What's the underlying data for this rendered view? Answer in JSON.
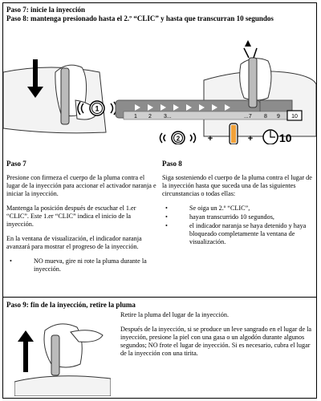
{
  "header": {
    "line1": "Paso 7: inicie la inyección",
    "line2": "Paso 8: mantenga presionado hasta el 2.º “CLIC” y hasta que transcurran 10 segundos"
  },
  "figure": {
    "track_labels": [
      "1",
      "2",
      "3...",
      "...7",
      "8",
      "9",
      "10"
    ],
    "click_label_1": "1",
    "click_label_2": "2",
    "count_label": "10",
    "plus": "+"
  },
  "step7": {
    "title": "Paso 7",
    "p1": "Presione con firmeza el cuerpo de la pluma contra el lugar de la inyección para accionar el activador naranja e iniciar la inyección.",
    "p2": "Mantenga la posición después de escuchar el 1.er “CLIC”. Este 1.er “CLIC” indica el inicio de la inyección.",
    "p3": "En la ventana de visualización, el indicador naranja avanzará para mostrar el progreso de la inyección.",
    "bullet1": "NO mueva, gire ni rote la pluma durante la inyección."
  },
  "step8": {
    "title": "Paso 8",
    "intro": "Siga sosteniendo el cuerpo de la pluma contra el lugar de la inyección hasta que suceda una de las siguientes circunstancias o todas ellas:",
    "bullets": [
      "Se oiga un 2.º “CLIC”,",
      "hayan transcurrido 10 segundos,",
      "el indicador naranja se haya detenido y haya bloqueado completamente la ventana de visualización."
    ]
  },
  "step9": {
    "heading": "Paso 9: fin de la inyección, retire la pluma",
    "p1": "Retire la pluma del lugar de la inyección.",
    "p2": "Después de la inyección, si se produce un leve sangrado en el lugar de la inyección, presione la piel con una gasa o un algodón durante algunos segundos; NO frote el lugar de inyección. Si es necesario, cubra el lugar de la inyección con una tirita."
  }
}
